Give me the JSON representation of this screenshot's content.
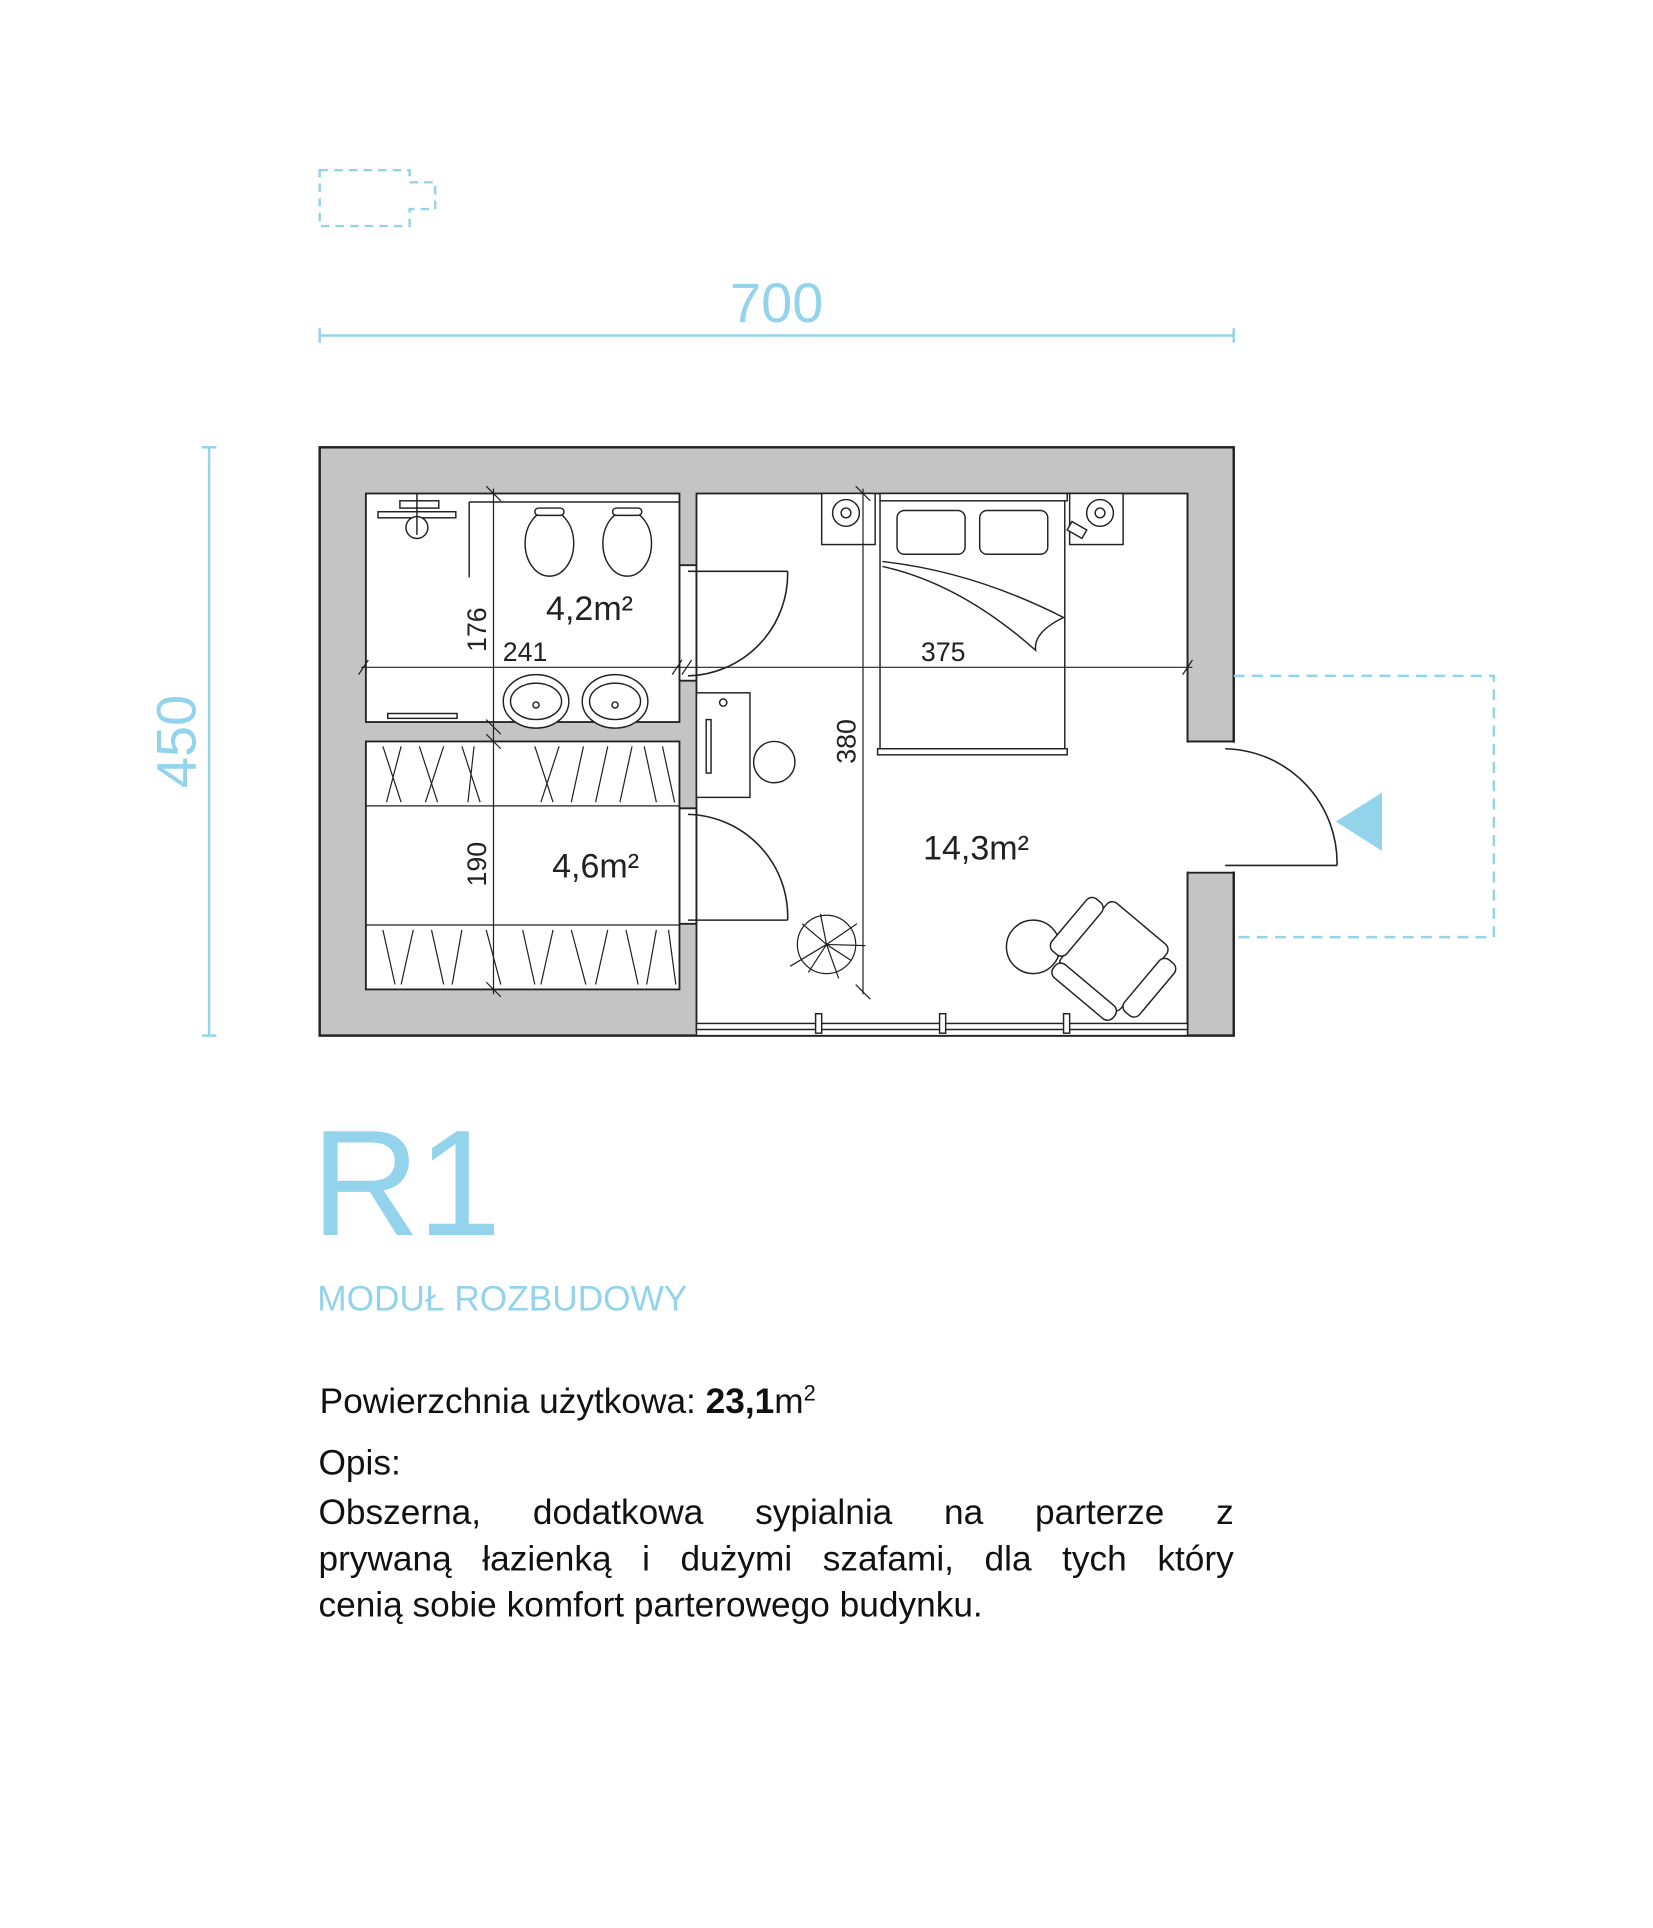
{
  "dimensions": {
    "width": "700",
    "height": "450"
  },
  "plan": {
    "rooms": {
      "bathroom_area": "4,2m²",
      "closet_area": "4,6m²",
      "bedroom_area": "14,3m²"
    },
    "measurements": {
      "d176": "176",
      "d241": "241",
      "d375": "375",
      "d380": "380",
      "d190": "190"
    }
  },
  "module": {
    "code": "R1",
    "name": "MODUŁ ROZBUDOWY"
  },
  "info": {
    "area_label": "Powierzchnia użytkowa:",
    "area_value": "23,1",
    "area_unit": "m",
    "area_exp": "2",
    "description_label": "Opis:",
    "description_lines": [
      "Obszerna, dodatkowa sypialnia na parterze z",
      "prywaną łazienką i dużymi szafami, dla tych który",
      "cenią sobie komfort parterowego budynku."
    ]
  },
  "colors": {
    "accent": "#93d3ec",
    "wall": "#c4c4c4",
    "line": "#222222"
  }
}
